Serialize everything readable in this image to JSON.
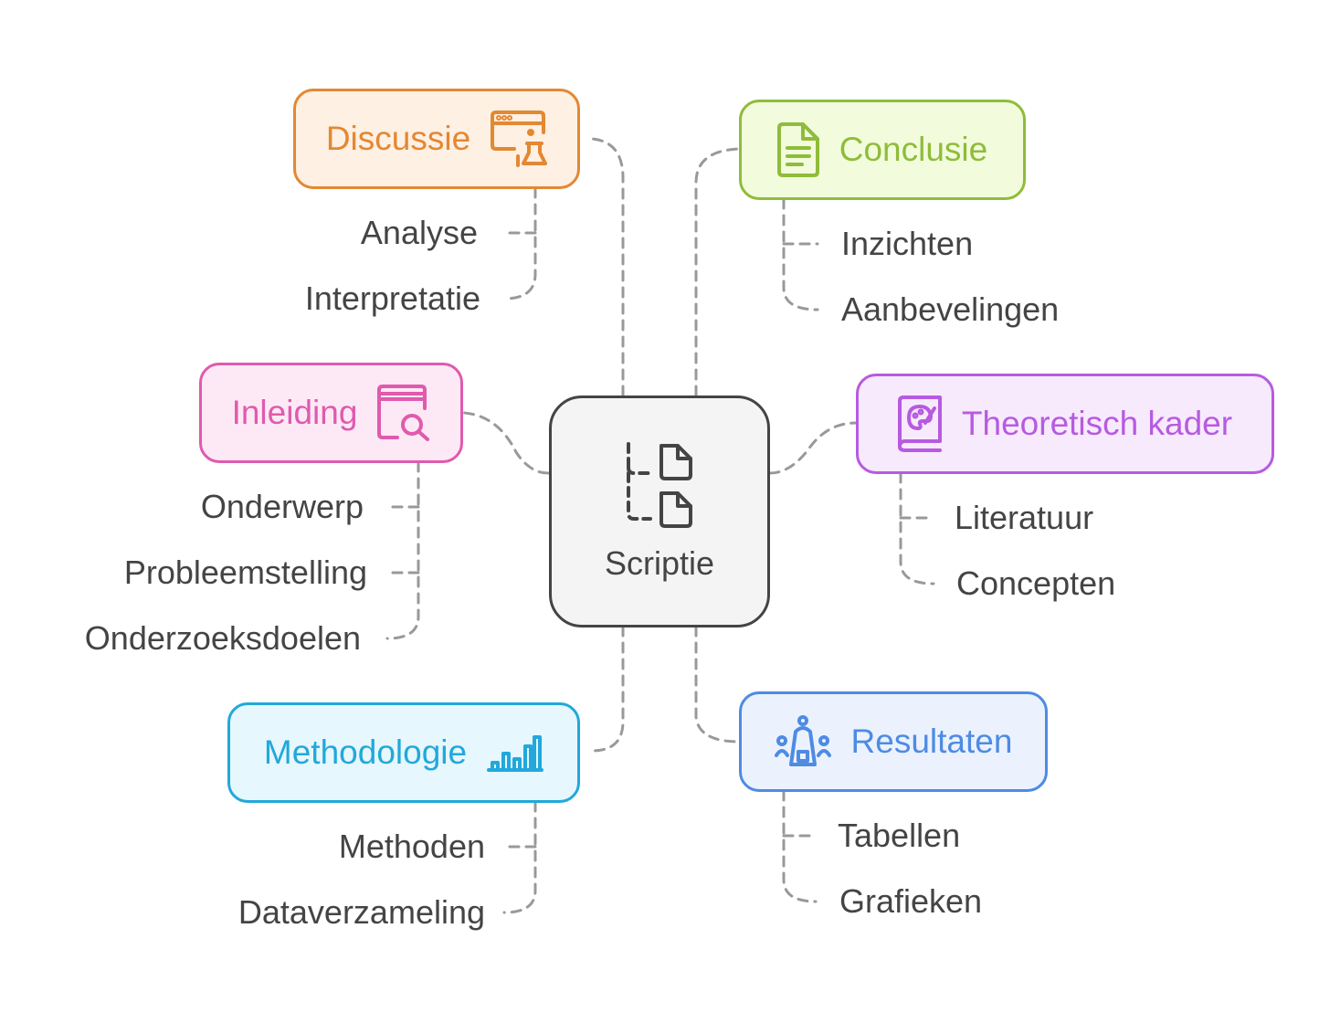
{
  "center": {
    "label": "Scriptie",
    "icon": "file-tree-icon"
  },
  "branches": {
    "discussie": {
      "label": "Discussie",
      "icon": "browser-flask-icon",
      "color": "#E38833",
      "bg": "#FEF0E3",
      "items": [
        "Analyse",
        "Interpretatie"
      ]
    },
    "conclusie": {
      "label": "Conclusie",
      "icon": "document-icon",
      "color": "#8FBC3B",
      "bg": "#F2FCDD",
      "items": [
        "Inzichten",
        "Aanbevelingen"
      ]
    },
    "inleiding": {
      "label": "Inleiding",
      "icon": "book-search-icon",
      "color": "#E05AAE",
      "bg": "#FDE9F5",
      "items": [
        "Onderwerp",
        "Probleemstelling",
        "Onderzoeksdoelen"
      ]
    },
    "theoretisch": {
      "label": "Theoretisch kader",
      "icon": "palette-book-icon",
      "color": "#B65BE0",
      "bg": "#F8EAFD",
      "items": [
        "Literatuur",
        "Concepten"
      ]
    },
    "methodologie": {
      "label": "Methodologie",
      "icon": "bar-chart-icon",
      "color": "#22A8DB",
      "bg": "#E6F7FD",
      "items": [
        "Methoden",
        "Dataverzameling"
      ]
    },
    "resultaten": {
      "label": "Resultaten",
      "icon": "people-meeting-icon",
      "color": "#4E8BE3",
      "bg": "#EBF2FE",
      "items": [
        "Tabellen",
        "Grafieken"
      ]
    }
  }
}
